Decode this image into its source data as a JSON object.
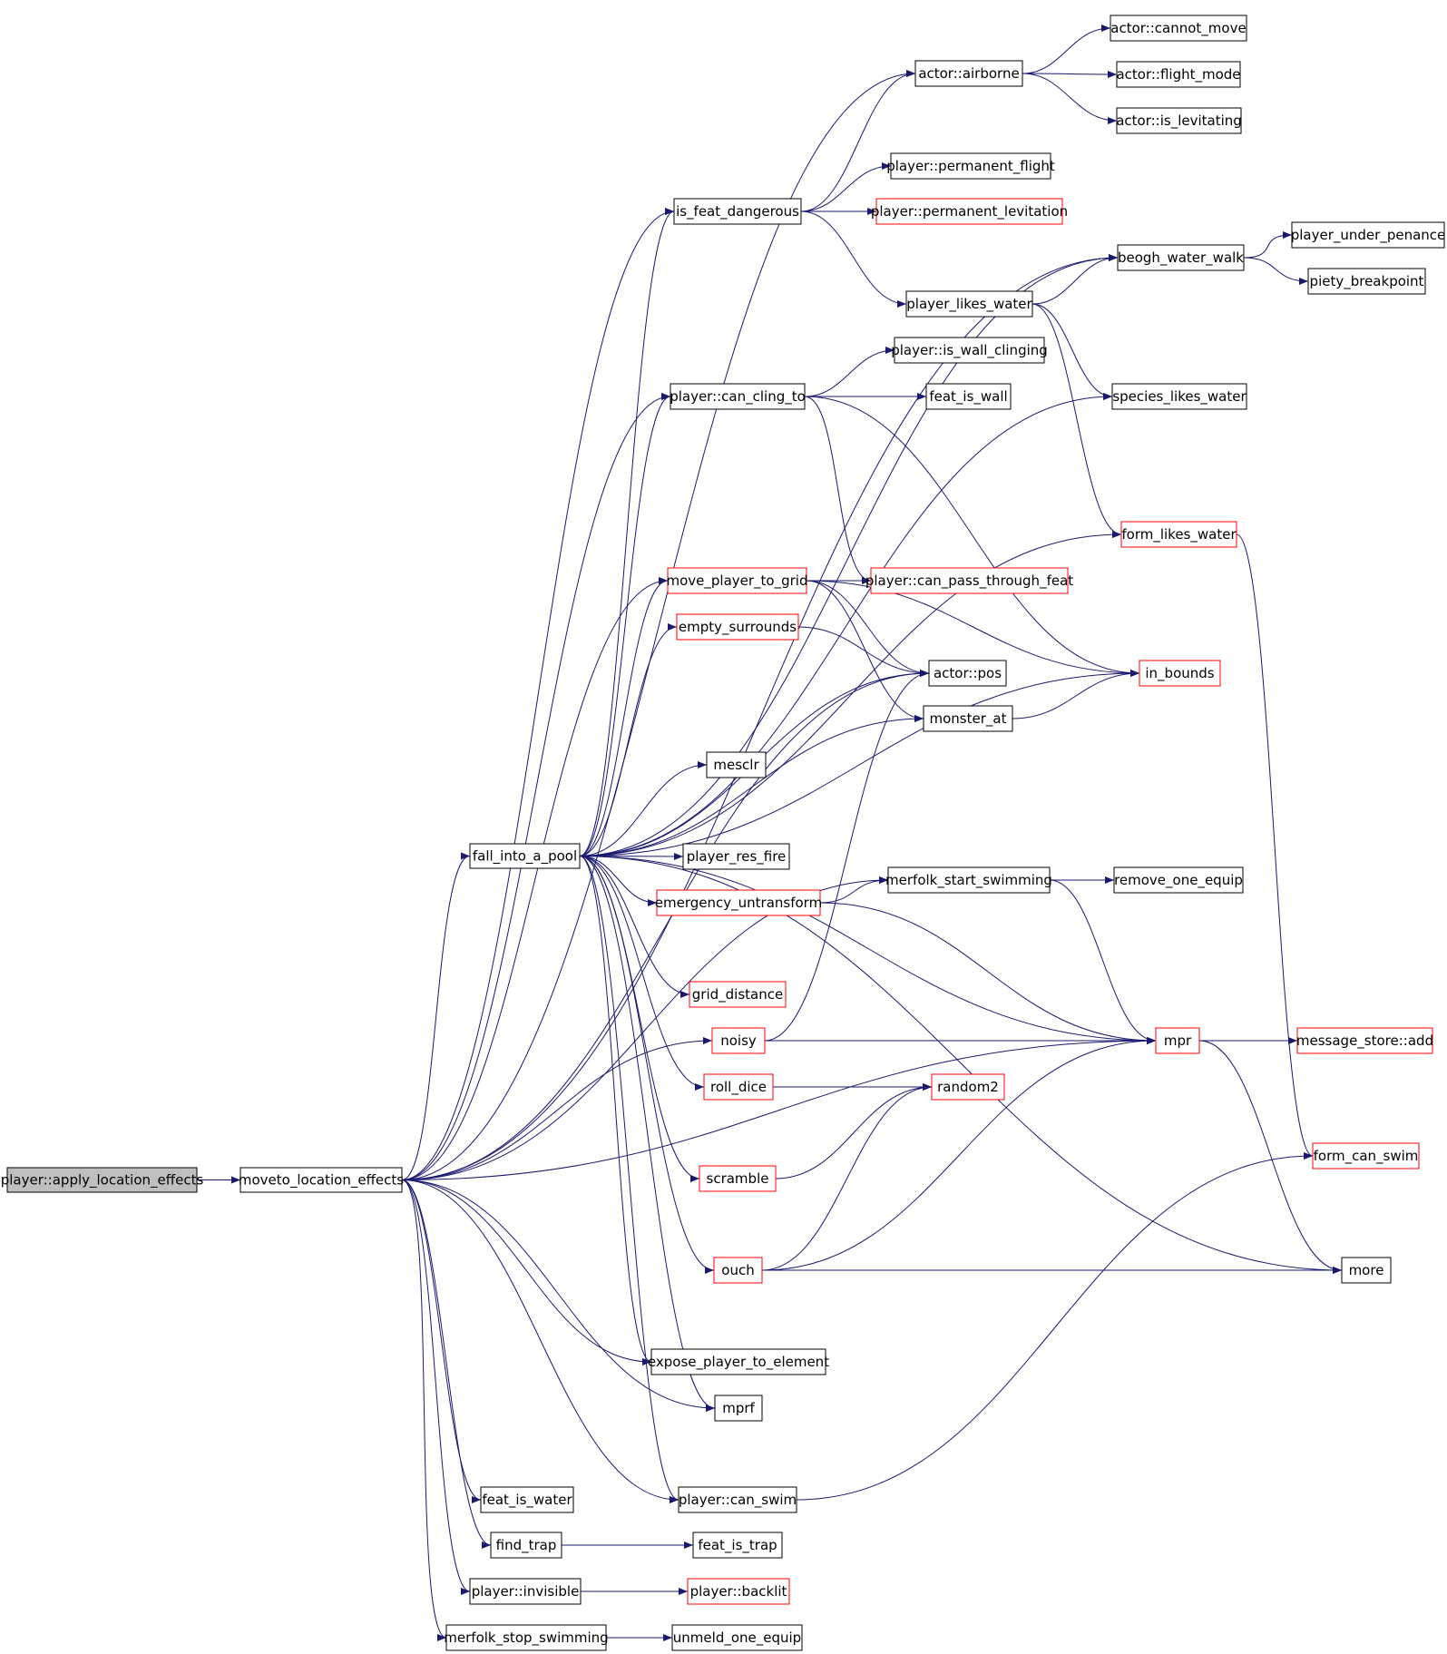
{
  "colors": {
    "edge": "#191970",
    "node_border_default": "#000000",
    "node_border_link": "#ff0000",
    "node_fill_root": "#bfbfbf",
    "node_fill": "#ffffff",
    "text": "#000000"
  },
  "nodes": [
    {
      "id": "apply_location_effects",
      "label": "player::apply_location_effects",
      "kind": "root"
    },
    {
      "id": "moveto_location_effects",
      "label": "moveto_location_effects",
      "kind": "normal"
    },
    {
      "id": "fall_into_a_pool",
      "label": "fall_into_a_pool",
      "kind": "normal"
    },
    {
      "id": "actor_airborne",
      "label": "actor::airborne",
      "kind": "normal"
    },
    {
      "id": "actor_cannot_move",
      "label": "actor::cannot_move",
      "kind": "normal"
    },
    {
      "id": "actor_flight_mode",
      "label": "actor::flight_mode",
      "kind": "normal"
    },
    {
      "id": "actor_is_levitating",
      "label": "actor::is_levitating",
      "kind": "normal"
    },
    {
      "id": "player_permanent_flight",
      "label": "player::permanent_flight",
      "kind": "normal"
    },
    {
      "id": "is_feat_dangerous",
      "label": "is_feat_dangerous",
      "kind": "normal"
    },
    {
      "id": "player_permanent_levitation",
      "label": "player::permanent_levitation",
      "kind": "link"
    },
    {
      "id": "player_under_penance",
      "label": "player_under_penance",
      "kind": "normal"
    },
    {
      "id": "beogh_water_walk",
      "label": "beogh_water_walk",
      "kind": "normal"
    },
    {
      "id": "piety_breakpoint",
      "label": "piety_breakpoint",
      "kind": "normal"
    },
    {
      "id": "player_likes_water",
      "label": "player_likes_water",
      "kind": "normal"
    },
    {
      "id": "player_is_wall_clinging",
      "label": "player::is_wall_clinging",
      "kind": "normal"
    },
    {
      "id": "player_can_cling_to",
      "label": "player::can_cling_to",
      "kind": "normal"
    },
    {
      "id": "feat_is_wall",
      "label": "feat_is_wall",
      "kind": "normal"
    },
    {
      "id": "species_likes_water",
      "label": "species_likes_water",
      "kind": "normal"
    },
    {
      "id": "form_likes_water",
      "label": "form_likes_water",
      "kind": "link"
    },
    {
      "id": "move_player_to_grid",
      "label": "move_player_to_grid",
      "kind": "link"
    },
    {
      "id": "player_can_pass_through_feat",
      "label": "player::can_pass_through_feat",
      "kind": "link"
    },
    {
      "id": "empty_surrounds",
      "label": "empty_surrounds",
      "kind": "link"
    },
    {
      "id": "actor_pos",
      "label": "actor::pos",
      "kind": "normal"
    },
    {
      "id": "in_bounds",
      "label": "in_bounds",
      "kind": "link"
    },
    {
      "id": "monster_at",
      "label": "monster_at",
      "kind": "normal"
    },
    {
      "id": "mesclr",
      "label": "mesclr",
      "kind": "normal"
    },
    {
      "id": "player_res_fire",
      "label": "player_res_fire",
      "kind": "normal"
    },
    {
      "id": "merfolk_start_swimming",
      "label": "merfolk_start_swimming",
      "kind": "normal"
    },
    {
      "id": "remove_one_equip",
      "label": "remove_one_equip",
      "kind": "normal"
    },
    {
      "id": "emergency_untransform",
      "label": "emergency_untransform",
      "kind": "link"
    },
    {
      "id": "grid_distance",
      "label": "grid_distance",
      "kind": "link"
    },
    {
      "id": "noisy",
      "label": "noisy",
      "kind": "link"
    },
    {
      "id": "mpr",
      "label": "mpr",
      "kind": "link"
    },
    {
      "id": "message_store_add",
      "label": "message_store::add",
      "kind": "link"
    },
    {
      "id": "roll_dice",
      "label": "roll_dice",
      "kind": "link"
    },
    {
      "id": "random2",
      "label": "random2",
      "kind": "link"
    },
    {
      "id": "form_can_swim",
      "label": "form_can_swim",
      "kind": "link"
    },
    {
      "id": "scramble",
      "label": "scramble",
      "kind": "link"
    },
    {
      "id": "ouch",
      "label": "ouch",
      "kind": "link"
    },
    {
      "id": "more",
      "label": "more",
      "kind": "normal"
    },
    {
      "id": "expose_player_to_element",
      "label": "expose_player_to_element",
      "kind": "normal"
    },
    {
      "id": "mprf",
      "label": "mprf",
      "kind": "normal"
    },
    {
      "id": "feat_is_water",
      "label": "feat_is_water",
      "kind": "normal"
    },
    {
      "id": "player_can_swim",
      "label": "player::can_swim",
      "kind": "normal"
    },
    {
      "id": "find_trap",
      "label": "find_trap",
      "kind": "normal"
    },
    {
      "id": "feat_is_trap",
      "label": "feat_is_trap",
      "kind": "normal"
    },
    {
      "id": "player_invisible",
      "label": "player::invisible",
      "kind": "normal"
    },
    {
      "id": "player_backlit",
      "label": "player::backlit",
      "kind": "link"
    },
    {
      "id": "merfolk_stop_swimming",
      "label": "merfolk_stop_swimming",
      "kind": "normal"
    },
    {
      "id": "unmeld_one_equip",
      "label": "unmeld_one_equip",
      "kind": "normal"
    }
  ],
  "edges": [
    [
      "apply_location_effects",
      "moveto_location_effects"
    ],
    [
      "moveto_location_effects",
      "actor_airborne"
    ],
    [
      "moveto_location_effects",
      "beogh_water_walk"
    ],
    [
      "moveto_location_effects",
      "is_feat_dangerous"
    ],
    [
      "moveto_location_effects",
      "player_can_cling_to"
    ],
    [
      "moveto_location_effects",
      "actor_pos"
    ],
    [
      "moveto_location_effects",
      "move_player_to_grid"
    ],
    [
      "moveto_location_effects",
      "fall_into_a_pool"
    ],
    [
      "moveto_location_effects",
      "noisy"
    ],
    [
      "moveto_location_effects",
      "merfolk_start_swimming"
    ],
    [
      "moveto_location_effects",
      "mpr"
    ],
    [
      "moveto_location_effects",
      "expose_player_to_element"
    ],
    [
      "moveto_location_effects",
      "mprf"
    ],
    [
      "moveto_location_effects",
      "player_can_swim"
    ],
    [
      "moveto_location_effects",
      "feat_is_water"
    ],
    [
      "moveto_location_effects",
      "find_trap"
    ],
    [
      "moveto_location_effects",
      "player_invisible"
    ],
    [
      "moveto_location_effects",
      "merfolk_stop_swimming"
    ],
    [
      "fall_into_a_pool",
      "is_feat_dangerous"
    ],
    [
      "fall_into_a_pool",
      "beogh_water_walk"
    ],
    [
      "fall_into_a_pool",
      "player_can_cling_to"
    ],
    [
      "fall_into_a_pool",
      "species_likes_water"
    ],
    [
      "fall_into_a_pool",
      "form_likes_water"
    ],
    [
      "fall_into_a_pool",
      "move_player_to_grid"
    ],
    [
      "fall_into_a_pool",
      "empty_surrounds"
    ],
    [
      "fall_into_a_pool",
      "actor_pos"
    ],
    [
      "fall_into_a_pool",
      "monster_at"
    ],
    [
      "fall_into_a_pool",
      "in_bounds"
    ],
    [
      "fall_into_a_pool",
      "mesclr"
    ],
    [
      "fall_into_a_pool",
      "player_res_fire"
    ],
    [
      "fall_into_a_pool",
      "emergency_untransform"
    ],
    [
      "fall_into_a_pool",
      "grid_distance"
    ],
    [
      "fall_into_a_pool",
      "mpr"
    ],
    [
      "fall_into_a_pool",
      "roll_dice"
    ],
    [
      "fall_into_a_pool",
      "scramble"
    ],
    [
      "fall_into_a_pool",
      "ouch"
    ],
    [
      "fall_into_a_pool",
      "more"
    ],
    [
      "fall_into_a_pool",
      "expose_player_to_element"
    ],
    [
      "fall_into_a_pool",
      "mprf"
    ],
    [
      "fall_into_a_pool",
      "player_can_swim"
    ],
    [
      "actor_airborne",
      "actor_cannot_move"
    ],
    [
      "actor_airborne",
      "actor_flight_mode"
    ],
    [
      "actor_airborne",
      "actor_is_levitating"
    ],
    [
      "is_feat_dangerous",
      "actor_airborne"
    ],
    [
      "is_feat_dangerous",
      "player_permanent_flight"
    ],
    [
      "is_feat_dangerous",
      "player_permanent_levitation"
    ],
    [
      "is_feat_dangerous",
      "player_likes_water"
    ],
    [
      "beogh_water_walk",
      "player_under_penance"
    ],
    [
      "beogh_water_walk",
      "piety_breakpoint"
    ],
    [
      "player_likes_water",
      "beogh_water_walk"
    ],
    [
      "player_likes_water",
      "species_likes_water"
    ],
    [
      "player_likes_water",
      "form_likes_water"
    ],
    [
      "player_can_cling_to",
      "player_is_wall_clinging"
    ],
    [
      "player_can_cling_to",
      "feat_is_wall"
    ],
    [
      "player_can_cling_to",
      "player_can_pass_through_feat"
    ],
    [
      "player_can_cling_to",
      "in_bounds"
    ],
    [
      "form_likes_water",
      "form_can_swim"
    ],
    [
      "move_player_to_grid",
      "player_can_pass_through_feat"
    ],
    [
      "move_player_to_grid",
      "actor_pos"
    ],
    [
      "move_player_to_grid",
      "monster_at"
    ],
    [
      "move_player_to_grid",
      "in_bounds"
    ],
    [
      "empty_surrounds",
      "actor_pos"
    ],
    [
      "monster_at",
      "in_bounds"
    ],
    [
      "emergency_untransform",
      "merfolk_start_swimming"
    ],
    [
      "emergency_untransform",
      "mpr"
    ],
    [
      "merfolk_start_swimming",
      "remove_one_equip"
    ],
    [
      "merfolk_start_swimming",
      "mpr"
    ],
    [
      "noisy",
      "actor_pos"
    ],
    [
      "noisy",
      "mpr"
    ],
    [
      "mpr",
      "message_store_add"
    ],
    [
      "mpr",
      "more"
    ],
    [
      "roll_dice",
      "random2"
    ],
    [
      "scramble",
      "random2"
    ],
    [
      "ouch",
      "random2"
    ],
    [
      "ouch",
      "mpr"
    ],
    [
      "ouch",
      "more"
    ],
    [
      "player_can_swim",
      "form_can_swim"
    ],
    [
      "find_trap",
      "feat_is_trap"
    ],
    [
      "player_invisible",
      "player_backlit"
    ],
    [
      "merfolk_stop_swimming",
      "unmeld_one_equip"
    ]
  ]
}
